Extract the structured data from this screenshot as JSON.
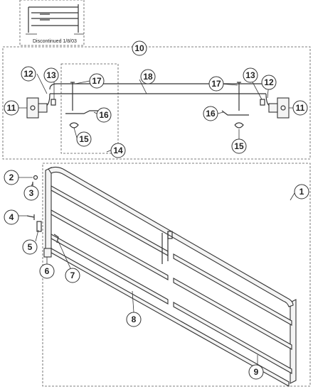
{
  "figure": {
    "inset_note": "Discontinued 1/8/03",
    "callouts": [
      "1",
      "2",
      "3",
      "4",
      "5",
      "6",
      "7",
      "8",
      "9",
      "10",
      "11",
      "11",
      "12",
      "12",
      "13",
      "13",
      "14",
      "15",
      "15",
      "16",
      "16",
      "17",
      "17",
      "18"
    ]
  }
}
